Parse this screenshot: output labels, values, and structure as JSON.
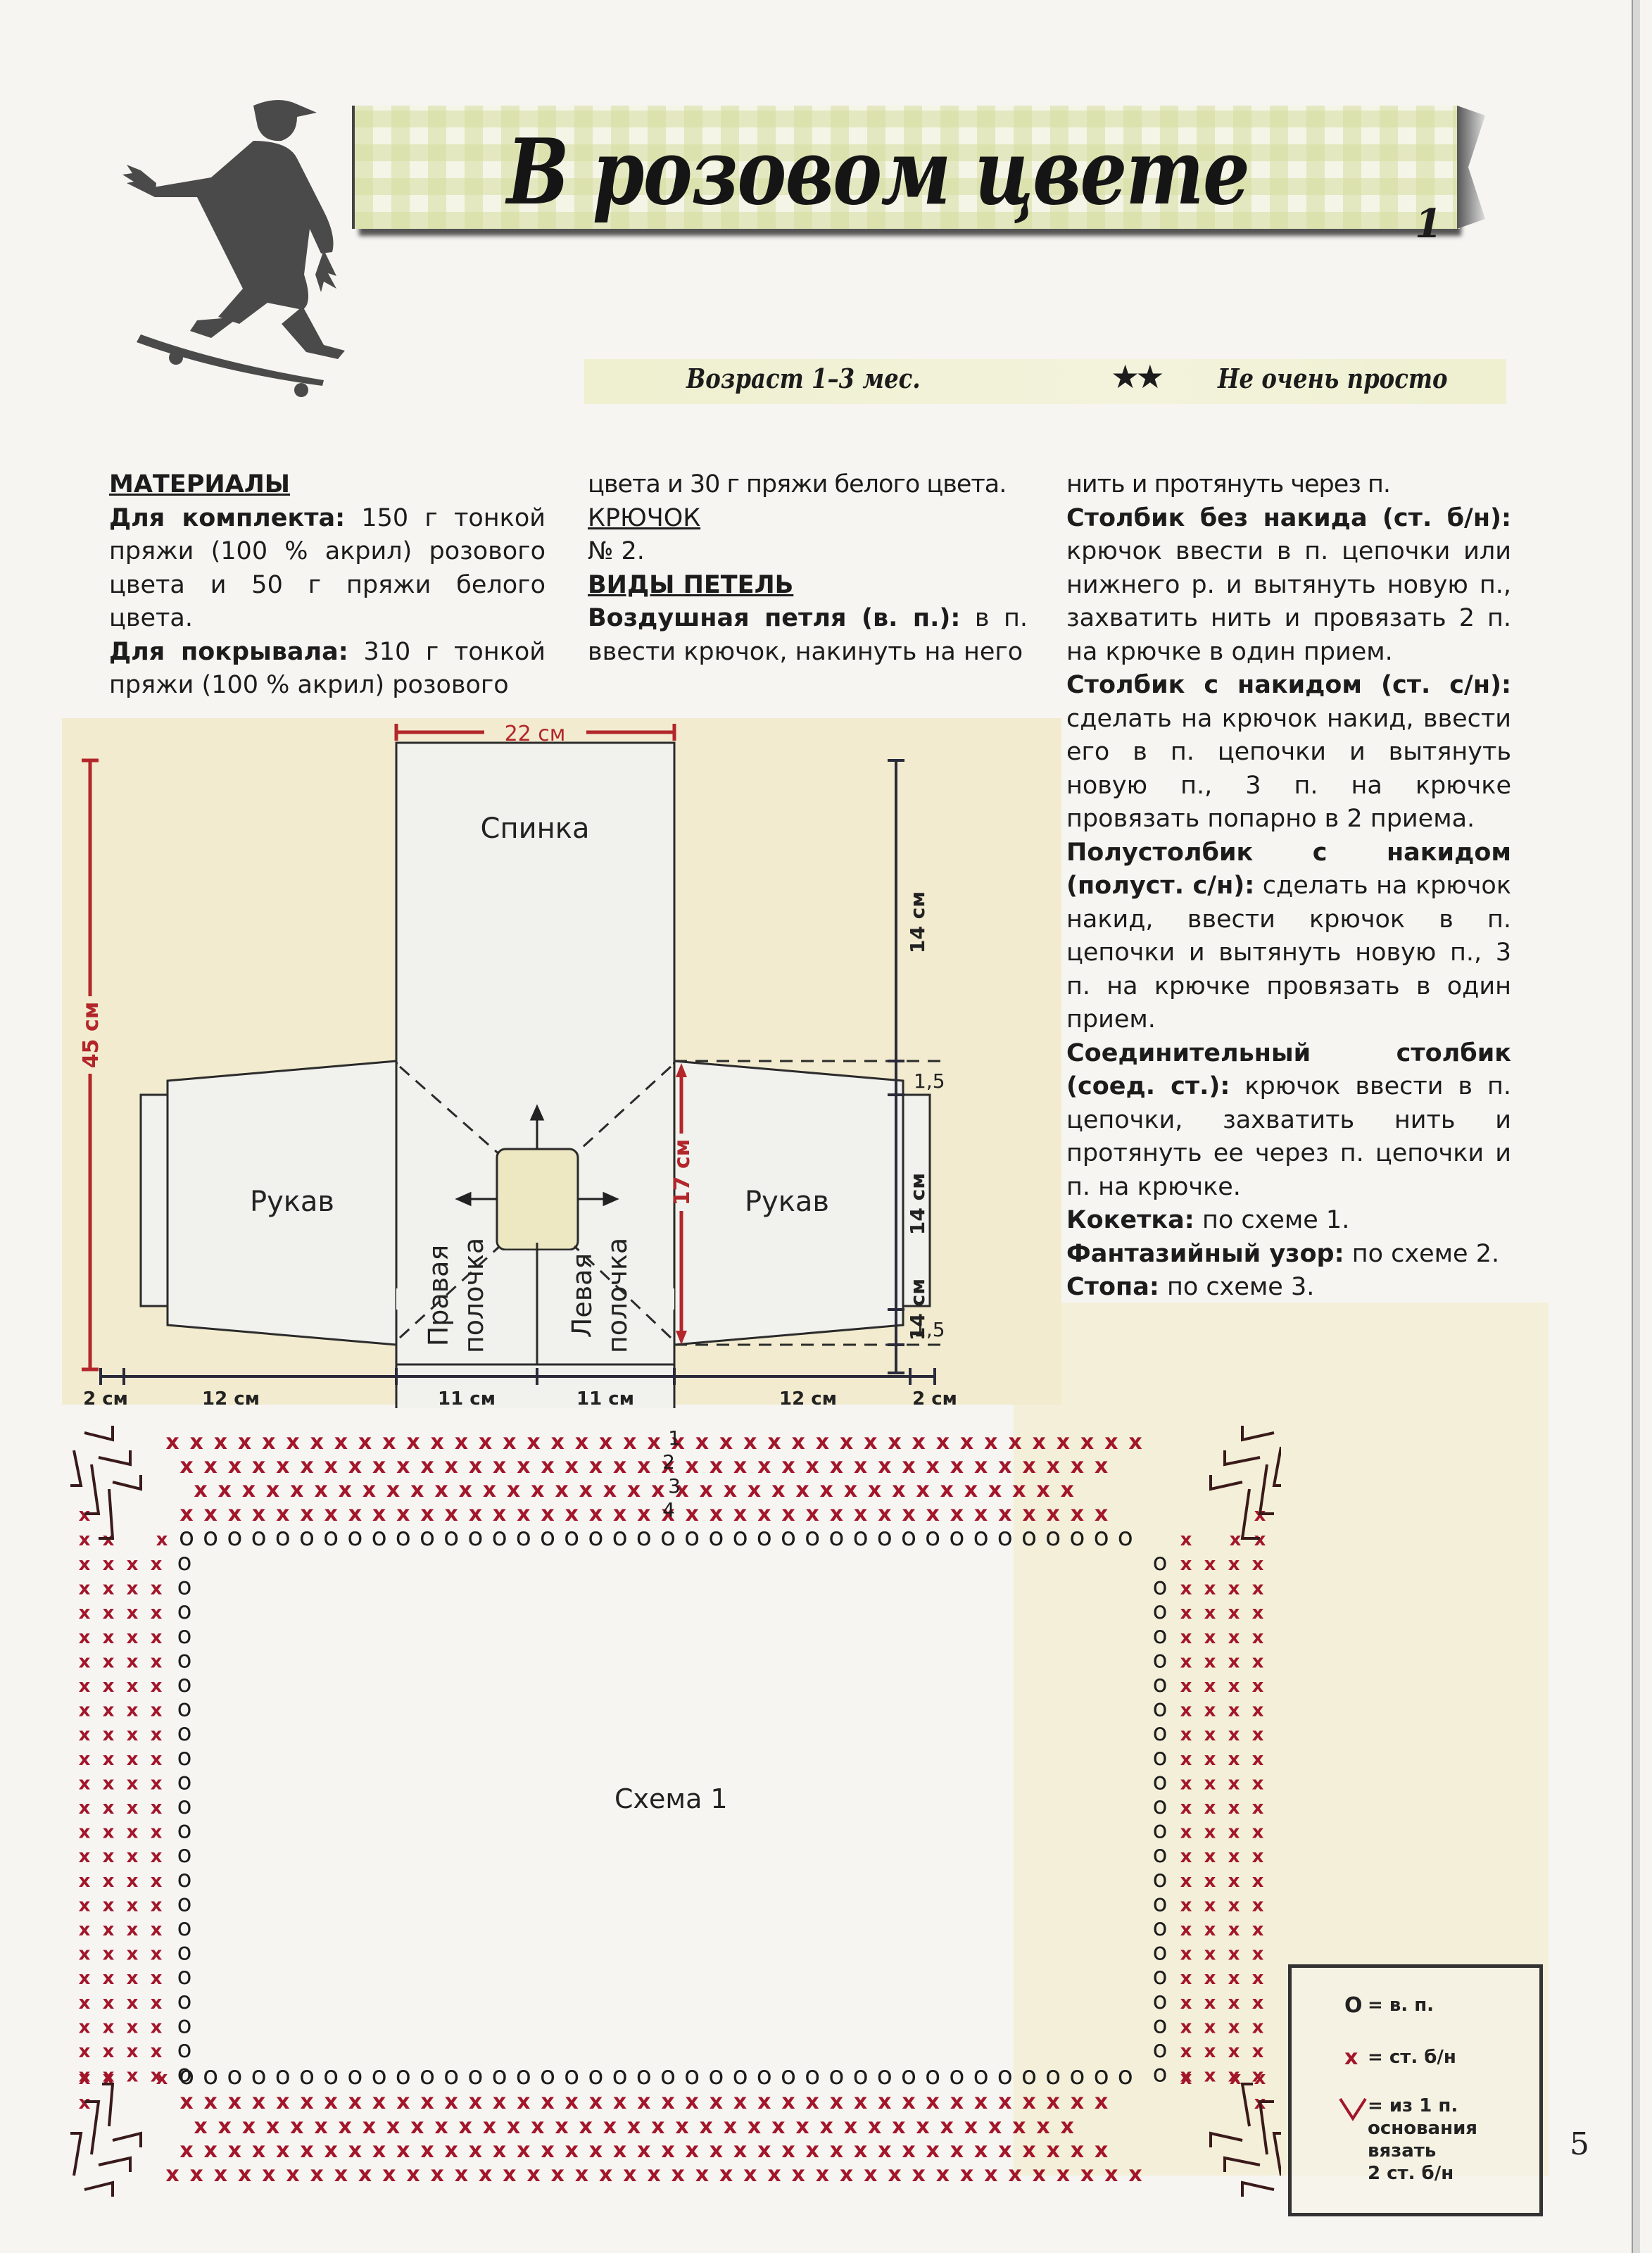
{
  "header": {
    "title": "В розовом цвете",
    "number": "1"
  },
  "subtitle": {
    "age": "Возраст 1–3 мес.",
    "stars": "★★",
    "difficulty": "Не очень просто"
  },
  "columns": {
    "col1": {
      "materials_heading": "МАТЕРИАЛЫ",
      "set_label": "Для комплекта:",
      "set_text": "150 г тонкой пряжи (100 % акрил) розового цвета и 50 г пряжи белого цвета.",
      "blanket_label": "Для покрывала:",
      "blanket_text": "310 г тонкой пряжи (100 % акрил) розового"
    },
    "col2": {
      "blanket_cont": "цвета и 30 г пряжи белого цвета.",
      "hook_heading": "КРЮЧОК",
      "hook_value": "№ 2.",
      "stitches_heading": "ВИДЫ ПЕТЕЛЬ",
      "chain_label": "Воздушная петля (в. п.):",
      "chain_text": "в п. ввести крючок, накинуть на него"
    },
    "col3": {
      "chain_cont": "нить и протянуть через п.",
      "sc_label": "Столбик без накида (ст. б/н):",
      "sc_text": "крючок ввести в п. цепочки или нижнего р. и вытянуть новую п., захватить нить и провязать 2 п. на крючке в один прием.",
      "dc_label": "Столбик с накидом (ст. с/н):",
      "dc_text": "сделать на крючок накид, ввести его в п. цепочки и вытянуть новую п., 3 п. на крючке провязать попарно в 2 приема.",
      "hdc_label": "Полустолбик с накидом (полуст. с/н):",
      "hdc_text": "сделать на крючок накид, ввести крючок в п. цепочки и вытянуть новую п., 3 п. на крючке провязать в один прием.",
      "slst_label": "Соединительный столбик (соед. ст.):",
      "slst_text": "крючок ввести в п. цепочки, захватить нить и протянуть ее через п. цепочки и п. на крючке.",
      "yoke_label": "Кокетка:",
      "yoke_text": "по схеме 1.",
      "fancy_label": "Фантазийный узор:",
      "fancy_text": "по схеме 2.",
      "foot_label": "Стопа:",
      "foot_text": "по схеме 3."
    }
  },
  "diagram": {
    "pieces": {
      "back": "Спинка",
      "sleeve_left": "Рукав",
      "sleeve_right": "Рукав",
      "right_front": "Правая полочка",
      "left_front": "Левая полочка"
    },
    "dimensions": {
      "top_width": "22 см",
      "total_height": "45 см",
      "sleeve_height": "17 см",
      "right_top": "14 см",
      "right_step1": "1,5",
      "right_mid": "14 см",
      "right_step2": "1,5",
      "right_bottom": "14 см",
      "bottom": [
        "2 см",
        "12 см",
        "11 см",
        "11 см",
        "12 см",
        "2 см"
      ]
    },
    "colors": {
      "dimension_red": "#b3262a",
      "dimension_dark": "#2a2a3a",
      "background": "#f2ebcf",
      "piece_fill": "#f1f1ee",
      "center_fill": "#ede8c2"
    }
  },
  "chart": {
    "label": "Схема 1",
    "row_numbers": [
      "1",
      "2",
      "3",
      "4"
    ],
    "symbol_colors": {
      "sc": "#a3162a",
      "ch": "#1c1c1c"
    }
  },
  "legend": {
    "items": [
      {
        "symbol": "o",
        "text": "= в. п."
      },
      {
        "symbol": "x",
        "text": "= ст. б/н"
      },
      {
        "symbol": "v",
        "text_lines": [
          "= из 1 п.",
          "основания",
          "вязать",
          "2 ст. б/н"
        ]
      }
    ]
  },
  "page_number": "5"
}
